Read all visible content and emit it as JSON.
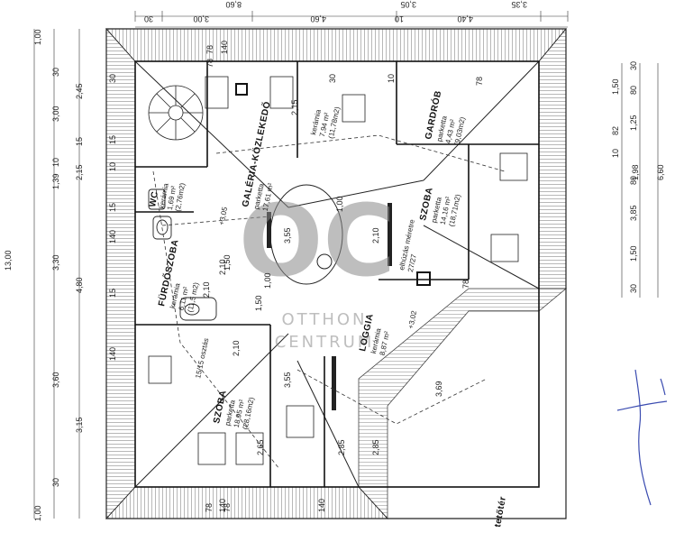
{
  "drawing": {
    "floor_label": "tetőtér",
    "watermark": {
      "logo": "OC",
      "line1": "OTTHON",
      "line2": "CENTRUM"
    },
    "rooms": {
      "galeria": {
        "name": "GALÉRIA-KÖZLEKEDŐ",
        "floor": "parketta",
        "area": "17,61 m²"
      },
      "furdo": {
        "name": "FÜRDŐSZOBA",
        "floor": "kerámia",
        "area": "6,11 m²",
        "area2": "(11,5 m2)"
      },
      "wc": {
        "name": "WC",
        "floor": "kerámia",
        "area": "1,69 m²",
        "area2": "(2,76m2)"
      },
      "szoba1": {
        "name": "SZOBA",
        "floor": "parketta",
        "area": "18,95 m²",
        "area2": "(28,16m2)"
      },
      "loggia": {
        "name": "LOGGIA",
        "floor": "kerámia",
        "area": "8,87 m²"
      },
      "szoba2": {
        "name": "SZOBA",
        "floor": "parketta",
        "area": "14,16 m²",
        "area2": "(18,71m2)"
      },
      "gardrob": {
        "name": "GARDRÓB",
        "floor": "parketta",
        "area": "4,43 m²",
        "area2": "(9,03m2)"
      },
      "top": {
        "floor": "kerámia",
        "area": "7,94 m²",
        "area2": "(11,78m2)"
      },
      "kemeny": {
        "name": "elhúzás méretre",
        "value": "27/27"
      }
    },
    "notes": {
      "stair": "15/15 osztás",
      "lvl1": "+3,05",
      "lvl2": "+3,02"
    },
    "top_dims": {
      "overall": "8,60",
      "left_30": "30",
      "d300": "3,00",
      "d460": "4,60",
      "d305": "3,05",
      "d335": "3,35",
      "d10": "10",
      "d440": "4,40"
    },
    "left_dims": {
      "outer": [
        "1,00",
        "30",
        "2,45",
        "3,00",
        "15",
        "10",
        "1,39",
        "2,15",
        "3,30",
        "4,80",
        "3,60",
        "3,15",
        "30",
        "1,00"
      ],
      "overall": "13,00",
      "inner": [
        "30",
        "15",
        "10",
        "15",
        "140",
        "15",
        "140"
      ]
    },
    "right_dims": {
      "a": [
        "30",
        "80",
        "1,25",
        "80",
        "1,98",
        "3,85",
        "1,50",
        "30"
      ],
      "b": [
        "1,50",
        "82",
        "10",
        "6,60"
      ]
    },
    "interior_dims": [
      "78",
      "140",
      "78",
      "2,15",
      "30",
      "2,10",
      "1,00",
      "1,50",
      "2,10",
      "1,50",
      "2,10",
      "3,55",
      "1,00",
      "2,65",
      "2,85",
      "3,55",
      "2,85",
      "3,69",
      "10",
      "2,10",
      "78",
      "140",
      "78",
      "140",
      "78",
      "78"
    ]
  }
}
